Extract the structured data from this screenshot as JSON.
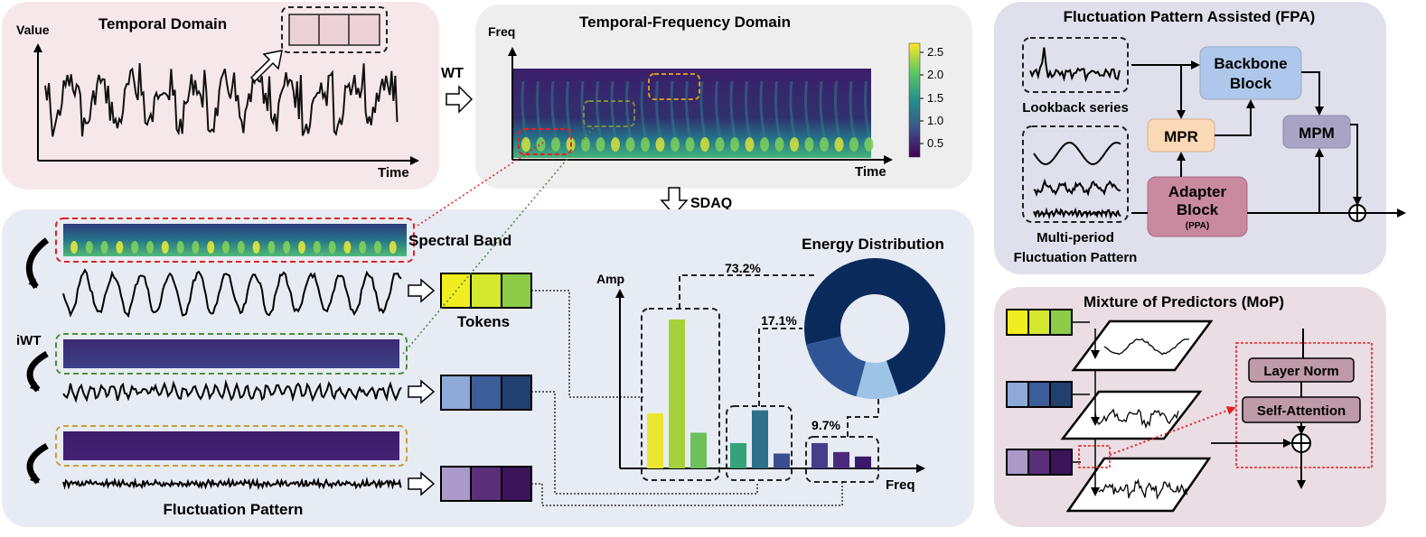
{
  "temporal": {
    "title": "Temporal Domain",
    "ylabel": "Value",
    "xlabel": "Time"
  },
  "wt_label": "WT",
  "tf": {
    "title": "Temporal-Frequency Domain",
    "ylabel": "Freq",
    "xlabel": "Time",
    "colorbar_ticks": [
      "2.5",
      "2.0",
      "1.5",
      "1.0",
      "0.5"
    ]
  },
  "sdaq_label": "SDAQ",
  "spectral_band_label": "Spectral Band",
  "iwt_label": "iWT",
  "tokens_label": "Tokens",
  "fluctuation_pattern_label": "Fluctuation Pattern",
  "energy": {
    "title": "Energy Distribution",
    "ylabel": "Amp",
    "xlabel": "Freq",
    "labels": [
      "73.2%",
      "17.1%",
      "9.7%"
    ]
  },
  "fpa": {
    "title": "Fluctuation Pattern Assisted (FPA)",
    "lookback": "Lookback series",
    "multiperiod_line1": "Multi-period",
    "multiperiod_line2": "Fluctuation Pattern",
    "backbone_line1": "Backbone",
    "backbone_line2": "Block",
    "mpr": "MPR",
    "mpm": "MPM",
    "adapter_line1": "Adapter",
    "adapter_line2": "Block",
    "adapter_sub": "(PPA)"
  },
  "mop": {
    "title": "Mixture of Predictors (MoP)",
    "layer_norm": "Layer Norm",
    "self_attention": "Self-Attention"
  },
  "chart_data": {
    "type": "bar",
    "title": "Energy Distribution",
    "xlabel": "Freq",
    "ylabel": "Amp",
    "groups": [
      {
        "share": "73.2%",
        "values": [
          0.37,
          1.0,
          0.24
        ],
        "colors": [
          "#e9e630",
          "#a6d13a",
          "#6cc15a"
        ]
      },
      {
        "share": "17.1%",
        "values": [
          0.17,
          0.39,
          0.1
        ],
        "colors": [
          "#35a379",
          "#2e6f8a",
          "#3a4e8f"
        ]
      },
      {
        "share": "9.7%",
        "values": [
          0.17,
          0.11,
          0.08
        ],
        "colors": [
          "#443e8c",
          "#4b2a7d",
          "#3c1a6b"
        ]
      }
    ],
    "donut": {
      "values": [
        73.2,
        17.1,
        9.7
      ],
      "colors": [
        "#0b2a5c",
        "#2f5597",
        "#9dc3e6"
      ]
    }
  }
}
